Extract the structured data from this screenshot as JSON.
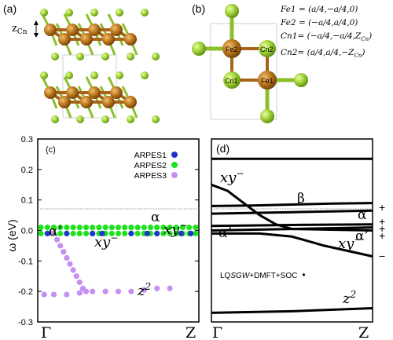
{
  "panels": {
    "a": "(a)",
    "b": "(b)",
    "c": "(c)",
    "d": "(d)"
  },
  "structure_a": {
    "zlabel": "z",
    "zlabel_sub": "Cn"
  },
  "structure_b": {
    "atoms": [
      "Fe2",
      "Cn2",
      "Cn1",
      "Fe1"
    ],
    "equations": [
      "Fe1 = (a/4,−a/4,0)",
      "Fe2 = (−a/4,a/4,0)",
      "Cn1= (−a/4,−a/4,Z",
      "Cn2= (a/4,a/4,−Z"
    ],
    "eq_subs": [
      "",
      "",
      "Cn",
      "Cn"
    ],
    "eq_close": [
      "",
      "",
      ")",
      ")"
    ]
  },
  "colors": {
    "fe_atom": "#b8741a",
    "cn_atom": "#9acd32",
    "bond_green": "#8cbf2a",
    "bond_brown": "#a8651a",
    "arpes1": "#1f35c8",
    "arpes2": "#1fe21f",
    "arpes3": "#c590f0"
  },
  "chart_data": [
    {
      "type": "scatter",
      "panel": "(c)",
      "ylabel": "ω (eV)",
      "ylim": [
        -0.3,
        0.3
      ],
      "yticks": [
        "0.3",
        "0.2",
        "0.1",
        "0.0",
        "-0.1",
        "-0.2",
        "-0.3"
      ],
      "xticks": [
        "Γ",
        "Z"
      ],
      "legend": [
        "ARPES1",
        "ARPES2",
        "ARPES3"
      ],
      "legend_position": "top-right",
      "series": [
        {
          "name": "ARPES1",
          "x": [
            0.06,
            0.18,
            0.34,
            0.4,
            0.58,
            0.68,
            0.74,
            0.89,
            0.95
          ],
          "y": [
            -0.01,
            -0.01,
            -0.01,
            -0.01,
            -0.01,
            -0.01,
            -0.01,
            -0.01,
            -0.01
          ]
        },
        {
          "name": "ARPES2",
          "x": [
            0.02,
            0.06,
            0.1,
            0.14,
            0.18,
            0.22,
            0.26,
            0.3,
            0.34,
            0.38,
            0.42,
            0.46,
            0.5,
            0.54,
            0.58,
            0.62,
            0.66,
            0.7,
            0.74,
            0.78,
            0.82,
            0.86,
            0.9,
            0.94,
            0.98,
            0.02,
            0.06,
            0.1,
            0.14,
            0.18,
            0.22,
            0.26,
            0.3,
            0.34,
            0.38,
            0.42,
            0.46,
            0.5,
            0.54,
            0.58,
            0.62,
            0.66,
            0.7,
            0.74,
            0.78,
            0.82,
            0.86,
            0.9,
            0.94,
            0.98
          ],
          "y": [
            0.01,
            0.01,
            0.01,
            0.01,
            0.01,
            0.01,
            0.01,
            0.01,
            0.01,
            0.01,
            0.01,
            0.01,
            0.01,
            0.01,
            0.01,
            0.01,
            0.01,
            0.01,
            0.01,
            0.01,
            0.01,
            0.01,
            0.01,
            0.01,
            0.01,
            -0.01,
            -0.01,
            -0.01,
            -0.01,
            -0.01,
            -0.01,
            -0.01,
            -0.01,
            -0.01,
            -0.01,
            -0.01,
            -0.01,
            -0.01,
            -0.01,
            -0.01,
            -0.01,
            -0.01,
            -0.01,
            -0.01,
            -0.01,
            -0.01,
            -0.01,
            -0.01,
            -0.01,
            -0.01
          ]
        },
        {
          "name": "ARPES3",
          "x": [
            0.09,
            0.12,
            0.14,
            0.16,
            0.18,
            0.2,
            0.22,
            0.24,
            0.26,
            0.28,
            0.3,
            0.04,
            0.1,
            0.18,
            0.26,
            0.34,
            0.42,
            0.5,
            0.58,
            0.66,
            0.74,
            0.82
          ],
          "y": [
            -0.01,
            -0.03,
            -0.05,
            -0.07,
            -0.09,
            -0.11,
            -0.13,
            -0.15,
            -0.17,
            -0.19,
            -0.2,
            -0.21,
            -0.21,
            -0.21,
            -0.205,
            -0.2,
            -0.2,
            -0.2,
            -0.2,
            -0.195,
            -0.19,
            -0.19
          ]
        }
      ],
      "annotations": [
        "α",
        "α’",
        "xy−",
        "xy−",
        "z2"
      ]
    },
    {
      "type": "line",
      "panel": "(d)",
      "ylim": [
        -0.3,
        0.3
      ],
      "xticks": [
        "Γ",
        "Z"
      ],
      "side_labels": [
        "+",
        "+",
        "+",
        "+",
        "−"
      ],
      "method_label": "LQSGW+DMFT+SOC",
      "series": [
        {
          "x": [
            0,
            1
          ],
          "y": [
            0.235,
            0.235
          ]
        },
        {
          "x": [
            0,
            0.25,
            0.5,
            0.75,
            1
          ],
          "y": [
            0.08,
            0.082,
            0.085,
            0.088,
            0.09
          ]
        },
        {
          "x": [
            0,
            0.5,
            1
          ],
          "y": [
            0.055,
            0.06,
            0.065
          ]
        },
        {
          "x": [
            0,
            0.5,
            1
          ],
          "y": [
            0.015,
            0.018,
            0.02
          ]
        },
        {
          "x": [
            0,
            0.5,
            1
          ],
          "y": [
            0.0,
            0.005,
            0.01
          ]
        },
        {
          "x": [
            0,
            0.1,
            0.2,
            0.3,
            0.4,
            0.5,
            1
          ],
          "y": [
            0.15,
            0.13,
            0.09,
            0.05,
            0.02,
            0.005,
            0.0
          ]
        },
        {
          "x": [
            0,
            0.3,
            0.5,
            0.7,
            1
          ],
          "y": [
            -0.01,
            -0.01,
            -0.02,
            -0.05,
            -0.085
          ]
        },
        {
          "x": [
            0,
            0.5,
            1
          ],
          "y": [
            -0.27,
            -0.265,
            -0.255
          ]
        }
      ],
      "annotations": [
        "xy−",
        "β",
        "α",
        "α’",
        "α’",
        "xy−",
        "z2"
      ]
    }
  ],
  "labels": {
    "alpha": "α",
    "alpha_p": "α’",
    "beta": "β",
    "xy": "xy",
    "minus": "−",
    "z": "z",
    "two": "2",
    "lq": "LQ",
    "sgw": "SGW",
    "dmft": "+DMFT+SOC",
    "bullet": "•"
  }
}
